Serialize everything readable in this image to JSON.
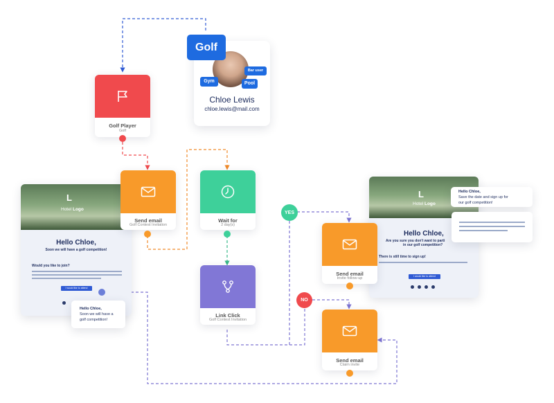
{
  "colors": {
    "red": "#f04a4d",
    "orange": "#f89a2a",
    "green": "#3ed09a",
    "purple": "#8177d6",
    "blue": "#1e6be0",
    "navy": "#1b2a5c"
  },
  "profile": {
    "golf_tag": "Golf",
    "gym_tag": "Gym",
    "bar_tag": "Bar user",
    "pool_tag": "Pool",
    "name": "Chloe Lewis",
    "email": "chloe.lewis@mail.com"
  },
  "segment_node": {
    "title": "Golf Player",
    "subtitle": "Golf",
    "icon": "flag-icon"
  },
  "send_email_1": {
    "title": "Send email",
    "subtitle": "Golf Contest Invitation",
    "icon": "envelope-icon"
  },
  "wait_node": {
    "title": "Wait for",
    "subtitle": "2 day(s)",
    "icon": "clock-icon"
  },
  "link_click_node": {
    "title": "Link Click",
    "subtitle": "Golf Contest Invitation",
    "icon": "branch-icon"
  },
  "send_email_2": {
    "title": "Send email",
    "subtitle": "Invite follow-up",
    "icon": "envelope-icon"
  },
  "send_email_3": {
    "title": "Send email",
    "subtitle": "Claim invite",
    "icon": "envelope-icon"
  },
  "branches": {
    "yes": "YES",
    "no": "NO"
  },
  "email_preview_left": {
    "logo_letter": "L",
    "logo_text_1": "Hotel ",
    "logo_text_2": "Logo",
    "greeting": "Hello Chloe,",
    "subline": "Soon we will have a golf competition!",
    "question": "Would you like to join?",
    "button": "I would like to attend"
  },
  "bubble_left": {
    "line1": "Hello Chloe,",
    "line2": "Soon we will have a",
    "line3": "golf competition!"
  },
  "email_preview_right": {
    "logo_letter": "L",
    "logo_text_1": "Hotel ",
    "logo_text_2": "Logo",
    "greeting": "Hello Chloe,",
    "subline1": "Are you sure you don't want to parti",
    "subline2": "in our golf competition?",
    "body": "There is still time to sign up!",
    "button": "I would like to attend"
  },
  "bubble_right": {
    "line1": "Hello Chloe,",
    "line2": "Save the date and sign up for",
    "line3": "our golf competition!"
  }
}
